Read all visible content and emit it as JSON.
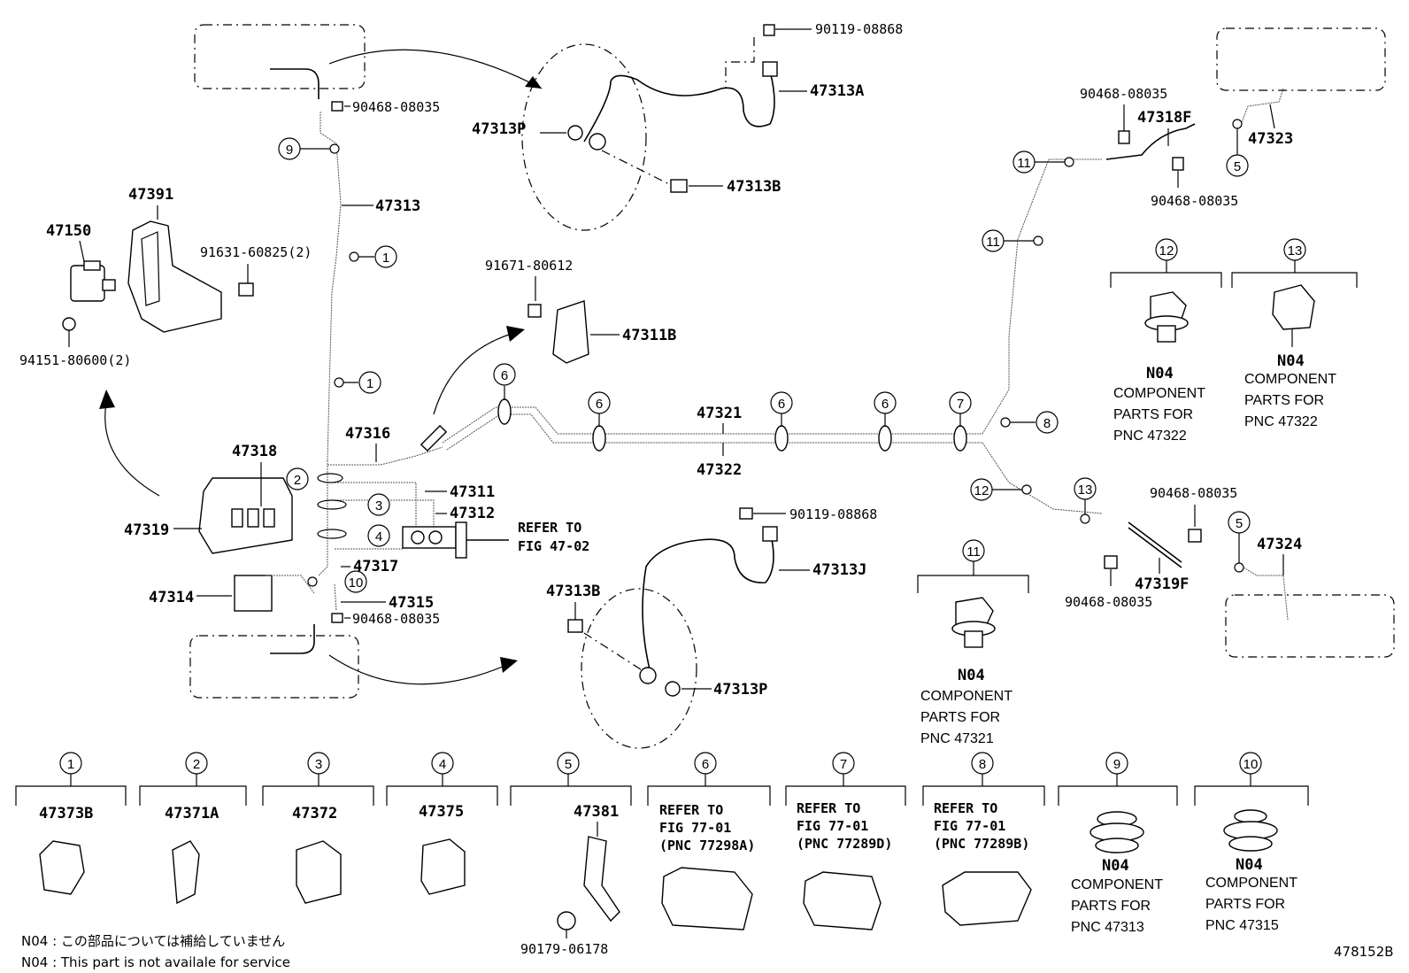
{
  "circled_numbers": [
    "1",
    "2",
    "3",
    "4",
    "5",
    "6",
    "7",
    "8",
    "9",
    "10",
    "11",
    "12",
    "13"
  ],
  "part_labels": {
    "p90119_08868_top": "90119-08868",
    "p47313A": "47313A",
    "p47313P_top": "47313P",
    "p47313B_top": "47313B",
    "p90468_08035_top": "90468-08035",
    "p47313": "47313",
    "p47391": "47391",
    "p47150": "47150",
    "p91631": "91631-60825(2)",
    "p94151": "94151-80600(2)",
    "p91671": "91671-80612",
    "p47311B": "47311B",
    "p47316": "47316",
    "p47318": "47318",
    "p47319": "47319",
    "p47311": "47311",
    "p47312": "47312",
    "p47317": "47317",
    "p47314": "47314",
    "p47315": "47315",
    "p90468_08035_mid": "90468-08035",
    "p47321": "47321",
    "p47322": "47322",
    "p90119_08868_mid": "90119-08868",
    "p47313J": "47313J",
    "p47313B_mid": "47313B",
    "p47313P_mid": "47313P",
    "p90468_08035_r1": "90468-08035",
    "p47318F": "47318F",
    "p47323": "47323",
    "p90468_08035_r2": "90468-08035",
    "p90468_08035_r3": "90468-08035",
    "p47319F": "47319F",
    "p90468_08035_r4": "90468-08035",
    "p47324": "47324"
  },
  "refer_fig_47_02": [
    "REFER TO",
    "FIG 47-02"
  ],
  "n04_blocks": {
    "b12": {
      "code": "N04",
      "lines": [
        "COMPONENT",
        "PARTS FOR",
        "PNC 47322"
      ]
    },
    "b13": {
      "code": "N04",
      "lines": [
        "COMPONENT",
        "PARTS FOR",
        "PNC 47322"
      ]
    },
    "b11": {
      "code": "N04",
      "lines": [
        "COMPONENT",
        "PARTS FOR",
        "PNC 47321"
      ]
    }
  },
  "bottom_row": [
    {
      "num": "1",
      "part": "47373B"
    },
    {
      "num": "2",
      "part": "47371A"
    },
    {
      "num": "3",
      "part": "47372"
    },
    {
      "num": "4",
      "part": "47375"
    },
    {
      "num": "5",
      "part": "47381",
      "sub": "90179-06178"
    },
    {
      "num": "6",
      "refer": [
        "REFER TO",
        "FIG 77-01",
        "(PNC 77298A)"
      ]
    },
    {
      "num": "7",
      "refer": [
        "REFER TO",
        "FIG 77-01",
        "(PNC 77289D)"
      ]
    },
    {
      "num": "8",
      "refer": [
        "REFER TO",
        "FIG 77-01",
        "(PNC 77289B)"
      ]
    },
    {
      "num": "9",
      "n04": "N04",
      "lines": [
        "COMPONENT",
        "PARTS FOR",
        "PNC 47313"
      ]
    },
    {
      "num": "10",
      "n04": "N04",
      "lines": [
        "COMPONENT",
        "PARTS FOR",
        "PNC 47315"
      ]
    }
  ],
  "footnotes": {
    "jp": "N04 : この部品については補給していません",
    "en": "N04 : This part is not availale for service"
  },
  "figure_id": "478152B"
}
